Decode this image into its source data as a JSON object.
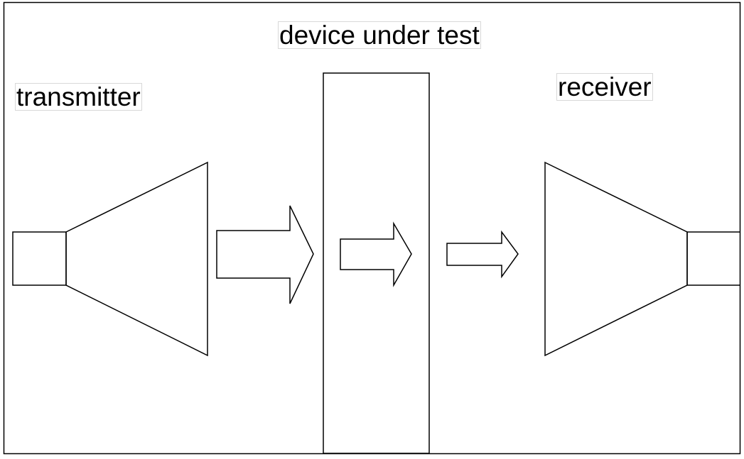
{
  "labels": {
    "device_under_test": "device under test",
    "transmitter": "transmitter",
    "receiver": "receiver"
  },
  "colors": {
    "stroke": "#000000",
    "background": "#ffffff"
  }
}
